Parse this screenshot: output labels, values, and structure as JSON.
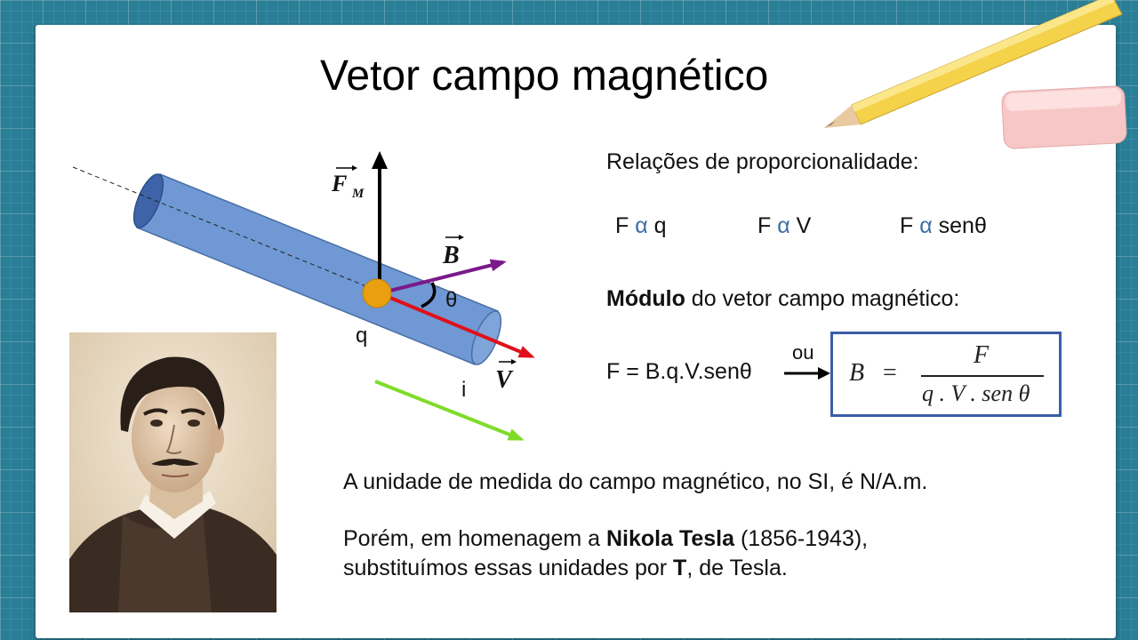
{
  "slide": {
    "title": "Vetor campo magnético",
    "relations": {
      "heading": "Relações de proporcionalidade:",
      "items": [
        {
          "left": "F",
          "symbol": "α",
          "right": "q"
        },
        {
          "left": "F",
          "symbol": "α",
          "right": "V"
        },
        {
          "left": "F",
          "symbol": "α",
          "right": "senθ"
        }
      ]
    },
    "modulus": {
      "bold": "Módulo",
      "rest": " do vetor campo magnético:"
    },
    "formula": {
      "text": "F = B.q.V.senθ",
      "connector": "ou",
      "boxed": {
        "lhs": "B",
        "equals": "=",
        "numerator": "F",
        "denominator": "q . V . sen θ"
      }
    },
    "unit_text": "A unidade de medida do campo magnético, no SI,  é N/A.m.",
    "tesla": {
      "line1_pre": "Porém, em homenagem a ",
      "line1_bold": "Nikola Tesla",
      "line1_post": " (1856-1943),",
      "line2_pre": "substituímos essas unidades por ",
      "line2_bold": "T",
      "line2_post": ", de Tesla."
    }
  },
  "diagram": {
    "labels": {
      "force": "F",
      "force_sub": "M",
      "field": "B",
      "velocity": "V",
      "angle": "θ",
      "charge": "q",
      "current": "i"
    },
    "colors": {
      "cylinder": "#6f98d4",
      "force_arrow": "#000000",
      "field_arrow": "#7a1a8a",
      "velocity_arrow": "#e0101a",
      "current_arrow": "#7fdc2a",
      "charge": "#e8a010",
      "formula_box": "#3b5ea8",
      "alpha": "#3a6ea5"
    }
  },
  "decor": {
    "pencil": "pencil-icon",
    "eraser": "eraser-icon",
    "portrait": "portrait-photo"
  }
}
